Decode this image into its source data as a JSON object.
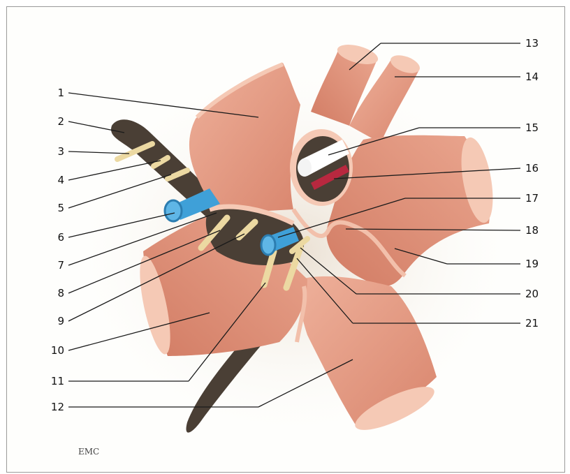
{
  "figure": {
    "labels_left": [
      "1",
      "2",
      "3",
      "4",
      "5",
      "6",
      "7",
      "8",
      "9",
      "10",
      "11",
      "12"
    ],
    "labels_right": [
      "13",
      "14",
      "15",
      "16",
      "17",
      "18",
      "19",
      "20",
      "21"
    ],
    "logo": "EMC"
  },
  "colors": {
    "muscle": "#e7a38c",
    "muscle_dark": "#c9735f",
    "muscle_edge": "#f5c9b5",
    "nerve": "#ecd9a2",
    "vessel_blue": "#3fa0d8",
    "vessel_red": "#b8283f",
    "dark_structure": "#4a3f35",
    "leader_line": "#1a1a1a"
  }
}
